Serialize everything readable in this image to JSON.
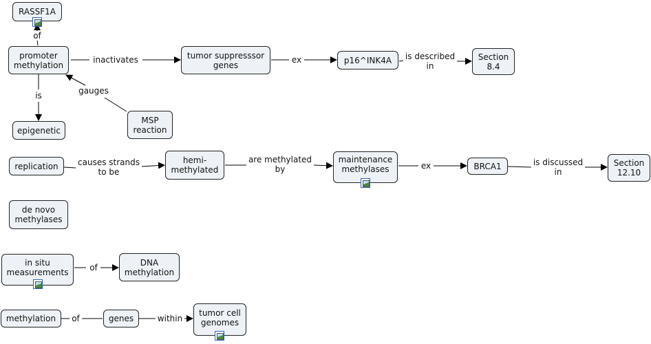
{
  "nodes": {
    "rassf1a": "RASSF1A",
    "promoter_methylation": "promoter\nmethylation",
    "tumor_suppressor_genes": "tumor suppresssor\ngenes",
    "p16": "p16^INK4A",
    "section_8_4": "Section\n8.4",
    "epigenetic": "epigenetic",
    "msp_reaction": "MSP\nreaction",
    "replication": "replication",
    "hemi_methylated": "hemi-\nmethylated",
    "maintenance_methylases": "maintenance\nmethylases",
    "brca1": "BRCA1",
    "section_12_10": "Section\n12.10",
    "de_novo_methylases": "de novo\nmethylases",
    "in_situ_measurements": "in situ\nmeasurements",
    "dna_methylation": "DNA\nmethylation",
    "methylation": "methylation",
    "genes": "genes",
    "tumor_cell_genomes": "tumor cell\ngenomes"
  },
  "links": {
    "of_1": "of",
    "inactivates": "inactivates",
    "ex_1": "ex",
    "is_described_in": "is described\nin",
    "is": "is",
    "gauges": "gauges",
    "causes_strands_to_be": "causes strands\nto be",
    "are_methylated_by": "are methylated\nby",
    "ex_2": "ex",
    "is_discussed_in": "is discussed\nin",
    "of_2": "of",
    "of_3": "of",
    "within": "within"
  },
  "icons": [
    "image-attachment-icon"
  ],
  "colors": {
    "node_fill": "#eef2f6",
    "node_border": "#222222",
    "line": "#000000",
    "icon_border": "#2a66b8"
  }
}
